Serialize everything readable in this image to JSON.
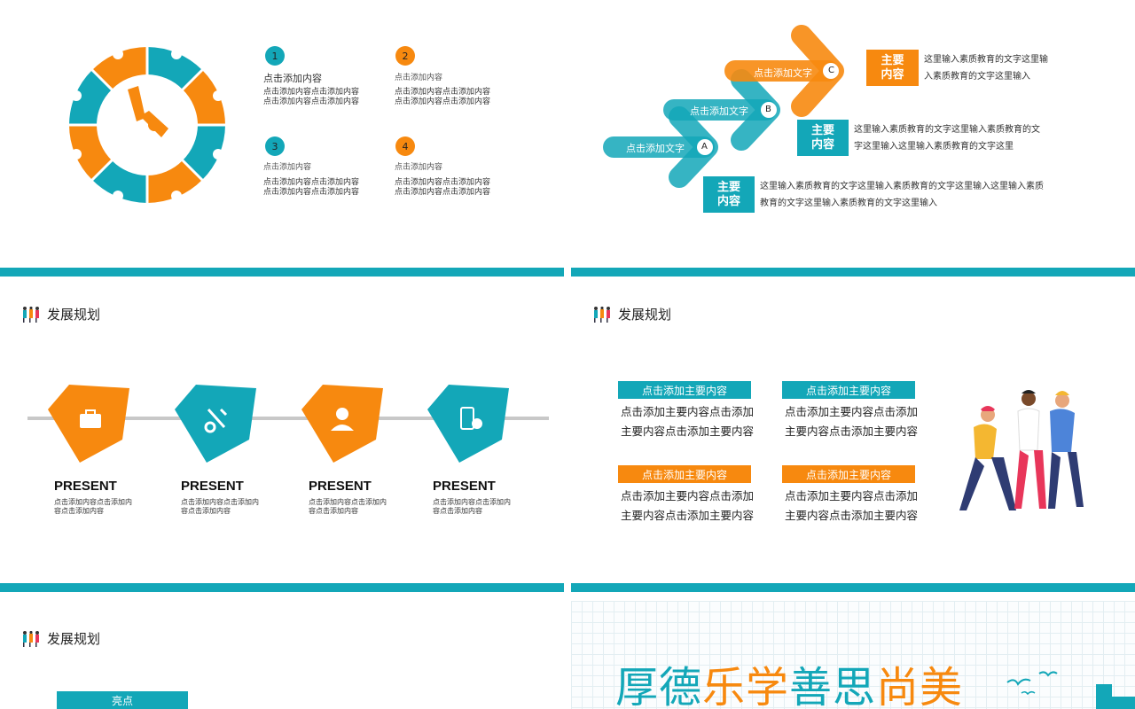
{
  "colors": {
    "teal": "#13a7b8",
    "orange": "#f7890f"
  },
  "slide1": {
    "items": [
      {
        "num": "1",
        "title": "点击添加内容",
        "text1": "点击添加内容点击添加内容",
        "text2": "点击添加内容点击添加内容",
        "color": "teal"
      },
      {
        "num": "2",
        "title": "点击添加内容",
        "text1": "点击添加内容点击添加内容",
        "text2": "点击添加内容点击添加内容",
        "color": "orange"
      },
      {
        "num": "3",
        "title": "点击添加内容",
        "text1": "点击添加内容点击添加内容",
        "text2": "点击添加内容点击添加内容",
        "color": "teal"
      },
      {
        "num": "4",
        "title": "点击添加内容",
        "text1": "点击添加内容点击添加内容",
        "text2": "点击添加内容点击添加内容",
        "color": "orange"
      }
    ]
  },
  "slide2": {
    "arrows": [
      {
        "label": "点击添加文字",
        "letter": "A"
      },
      {
        "label": "点击添加文字",
        "letter": "B"
      },
      {
        "label": "点击添加文字",
        "letter": "C"
      }
    ],
    "boxes": [
      {
        "label": "主要\n内容",
        "line1": "这里输入素质教育的文字这里输",
        "line2": "入素质教育的文字这里输入"
      },
      {
        "label": "主要\n内容",
        "line1": "这里输入素质教育的文字这里输入素质教育的文",
        "line2": "字这里输入这里输入素质教育的文字这里"
      },
      {
        "label": "主要\n内容",
        "line1": "这里输入素质教育的文字这里输入素质教育的文字这里输入这里输入素质",
        "line2": "教育的文字这里输入素质教育的文字这里输入"
      }
    ]
  },
  "slide3": {
    "title": "发展规划",
    "items": [
      {
        "heading": "PRESENT",
        "line1": "点击添加内容点击添加内",
        "line2": "容点击添加内容",
        "icon": "briefcase-icon"
      },
      {
        "heading": "PRESENT",
        "line1": "点击添加内容点击添加内",
        "line2": "容点击添加内容",
        "icon": "tools-icon"
      },
      {
        "heading": "PRESENT",
        "line1": "点击添加内容点击添加内",
        "line2": "容点击添加内容",
        "icon": "user-icon"
      },
      {
        "heading": "PRESENT",
        "line1": "点击添加内容点击添加内",
        "line2": "容点击添加内容",
        "icon": "money-phone-icon"
      }
    ]
  },
  "slide4": {
    "title": "发展规划",
    "cards": [
      {
        "tag": "点击添加主要内容",
        "line1": "点击添加主要内容点击添加",
        "line2": "主要内容点击添加主要内容"
      },
      {
        "tag": "点击添加主要内容",
        "line1": "点击添加主要内容点击添加",
        "line2": "主要内容点击添加主要内容"
      },
      {
        "tag": "点击添加主要内容",
        "line1": "点击添加主要内容点击添加",
        "line2": "主要内容点击添加主要内容"
      },
      {
        "tag": "点击添加主要内容",
        "line1": "点击添加主要内容点击添加",
        "line2": "主要内容点击添加主要内容"
      }
    ]
  },
  "slide5": {
    "title": "发展规划",
    "tag": "亮点"
  },
  "slide6": {
    "motto": [
      "厚德",
      "乐学",
      "善思",
      "尚美"
    ]
  }
}
